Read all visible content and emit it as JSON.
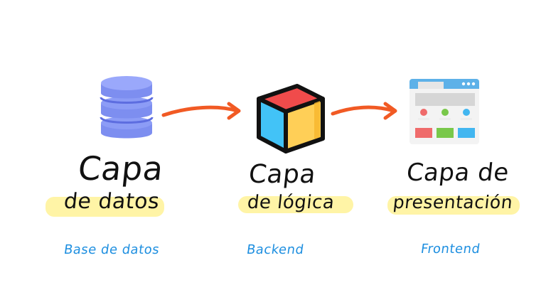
{
  "layers": [
    {
      "title_line1": "Capa",
      "title_line2": "de datos",
      "subtitle": "Base de datos",
      "icon": "database-icon"
    },
    {
      "title_line1": "Capa",
      "title_line2": "de lógica",
      "subtitle": "Backend",
      "icon": "cube-icon"
    },
    {
      "title_line1": "Capa de",
      "title_line2": "presentación",
      "subtitle": "Frontend",
      "icon": "app-window-icon"
    }
  ],
  "colors": {
    "arrow": "#f15a24",
    "highlight": "#fff4a6",
    "subtitle": "#1e8fe0",
    "database": "#8c9cf6",
    "cube_top": "#f04b4b",
    "cube_left": "#42c3f7",
    "cube_right": "#ffcf57"
  }
}
